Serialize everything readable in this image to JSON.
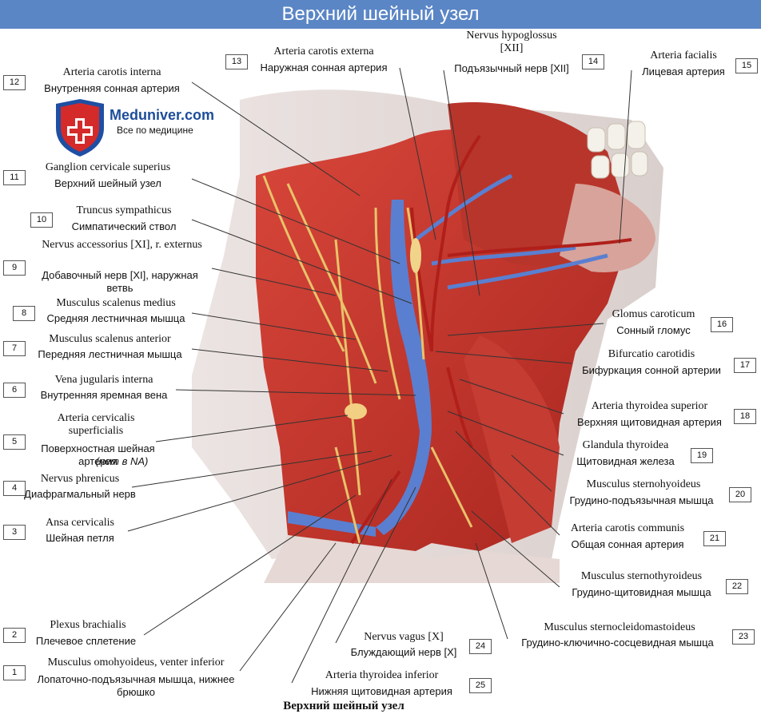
{
  "title": "Верхний шейный узел",
  "caption": "Верхний шейный узел",
  "logo": {
    "name": "Meduniver.com",
    "tagline": "Все по медицине"
  },
  "colors": {
    "title_bar": "#5b86c6",
    "muscle": "#c8342c",
    "vein": "#5a7fd0",
    "nerve": "#e8c36a"
  },
  "labels": [
    {
      "n": "1",
      "la": "Musculus omohyoideus, venter inferior",
      "ru": "Лопаточно-подъязычная мышца, нижнее брюшко"
    },
    {
      "n": "2",
      "la": "Plexus brachialis",
      "ru": "Плечевое сплетение"
    },
    {
      "n": "3",
      "la": "Ansa cervicalis",
      "ru": "Шейная петля"
    },
    {
      "n": "4",
      "la": "Nervus phrenicus",
      "ru": "Диафрагмальный нерв"
    },
    {
      "n": "5",
      "la": "Arteria cervicalis superficialis",
      "ru": "Поверхностная шейная артерия",
      "ru_note": "(нет в NA)"
    },
    {
      "n": "6",
      "la": "Vena jugularis interna",
      "ru": "Внутренняя яремная вена"
    },
    {
      "n": "7",
      "la": "Musculus scalenus anterior",
      "ru": "Передняя лестничная мышца"
    },
    {
      "n": "8",
      "la": "Musculus scalenus medius",
      "ru": "Средняя лестничная мышца"
    },
    {
      "n": "9",
      "la": "Nervus accessorius [XI], r. externus",
      "ru": "Добавочный нерв [XI], наружная ветвь"
    },
    {
      "n": "10",
      "la": "Truncus sympathicus",
      "ru": "Симпатический ствол"
    },
    {
      "n": "11",
      "la": "Ganglion cervicale superius",
      "ru": "Верхний шейный узел"
    },
    {
      "n": "12",
      "la": "Arteria carotis interna",
      "ru": "Внутренняя сонная артерия"
    },
    {
      "n": "13",
      "la": "Arteria carotis externa",
      "ru": "Наружная сонная артерия"
    },
    {
      "n": "14",
      "la": "Nervus hypoglossus [XII]",
      "ru": "Подъязычный нерв [XII]"
    },
    {
      "n": "15",
      "la": "Arteria facialis",
      "ru": "Лицевая артерия"
    },
    {
      "n": "16",
      "la": "Glomus caroticum",
      "ru": "Сонный гломус"
    },
    {
      "n": "17",
      "la": "Bifurcatio carotidis",
      "ru": "Бифуркация сонной артерии"
    },
    {
      "n": "18",
      "la": "Arteria thyroidea superior",
      "ru": "Верхняя щитовидная артерия"
    },
    {
      "n": "19",
      "la": "Glandula thyroidea",
      "ru": "Щитовидная железа"
    },
    {
      "n": "20",
      "la": "Musculus sternohyoideus",
      "ru": "Грудино-подъязычная мышца"
    },
    {
      "n": "21",
      "la": "Arteria carotis communis",
      "ru": "Общая сонная артерия"
    },
    {
      "n": "22",
      "la": "Musculus sternothyroideus",
      "ru": "Грудино-щитовидная мышца"
    },
    {
      "n": "23",
      "la": "Musculus sternocleidomastoideus",
      "ru": "Грудино-ключично-сосцевидная мышца"
    },
    {
      "n": "24",
      "la": "Nervus vagus [X]",
      "ru": "Блуждающий нерв [X]"
    },
    {
      "n": "25",
      "la": "Arteria thyroidea inferior",
      "ru": "Нижняя щитовидная артерия"
    }
  ]
}
